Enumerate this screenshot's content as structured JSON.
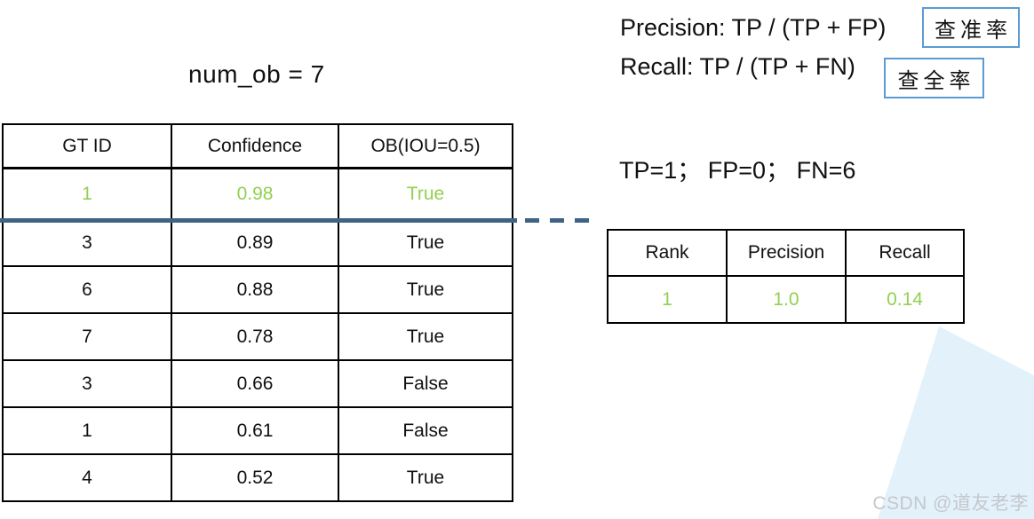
{
  "title": "num_ob = 7",
  "formulas": {
    "precision": "Precision: TP / (TP + FP)",
    "recall": "Recall: TP / (TP + FN)",
    "precision_label_cn": "查准率",
    "recall_label_cn": "查全率",
    "counts": "TP=1； FP=0； FN=6"
  },
  "detections_table": {
    "headers": [
      "GT ID",
      "Confidence",
      "OB(IOU=0.5)"
    ],
    "rows": [
      [
        "1",
        "0.98",
        "True"
      ],
      [
        "3",
        "0.89",
        "True"
      ],
      [
        "6",
        "0.88",
        "True"
      ],
      [
        "7",
        "0.78",
        "True"
      ],
      [
        "3",
        "0.66",
        "False"
      ],
      [
        "1",
        "0.61",
        "False"
      ],
      [
        "4",
        "0.52",
        "True"
      ]
    ]
  },
  "metrics_table": {
    "headers": [
      "Rank",
      "Precision",
      "Recall"
    ],
    "rows": [
      [
        "1",
        "1.0",
        "0.14"
      ]
    ]
  },
  "watermark": "CSDN @道友老李",
  "colors": {
    "highlight_green": "#92d050",
    "separator_blue": "#3e6384",
    "box_border_blue": "#5b9bd5",
    "bg_shape_blue": "#e3f1fb",
    "watermark_text": "#c4c8cd",
    "table_border": "#000000"
  }
}
